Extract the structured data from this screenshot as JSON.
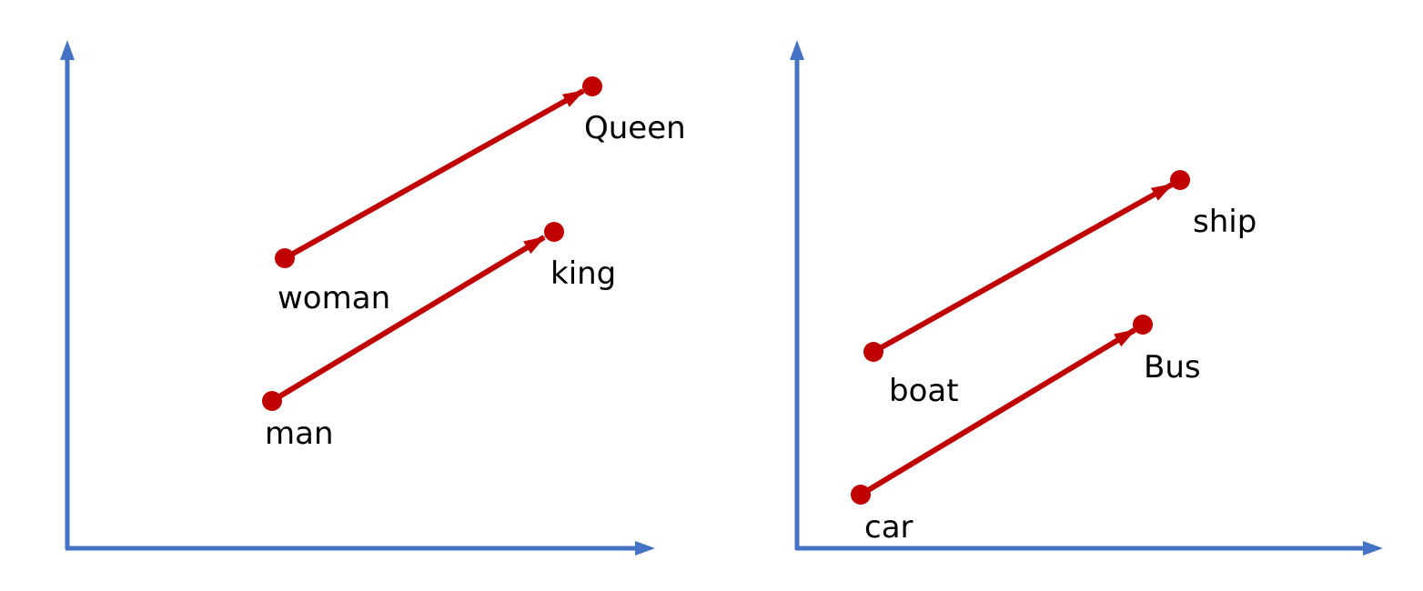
{
  "colors": {
    "axis": "#4472C4",
    "vector": "#C00000",
    "text": "#000000"
  },
  "panels": [
    {
      "name": "gender-panel",
      "pairs": [
        {
          "from_word": "woman",
          "to_word": "Queen"
        },
        {
          "from_word": "man",
          "to_word": "king"
        }
      ]
    },
    {
      "name": "vehicle-panel",
      "pairs": [
        {
          "from_word": "boat",
          "to_word": "ship"
        },
        {
          "from_word": "car",
          "to_word": "Bus"
        }
      ]
    }
  ]
}
